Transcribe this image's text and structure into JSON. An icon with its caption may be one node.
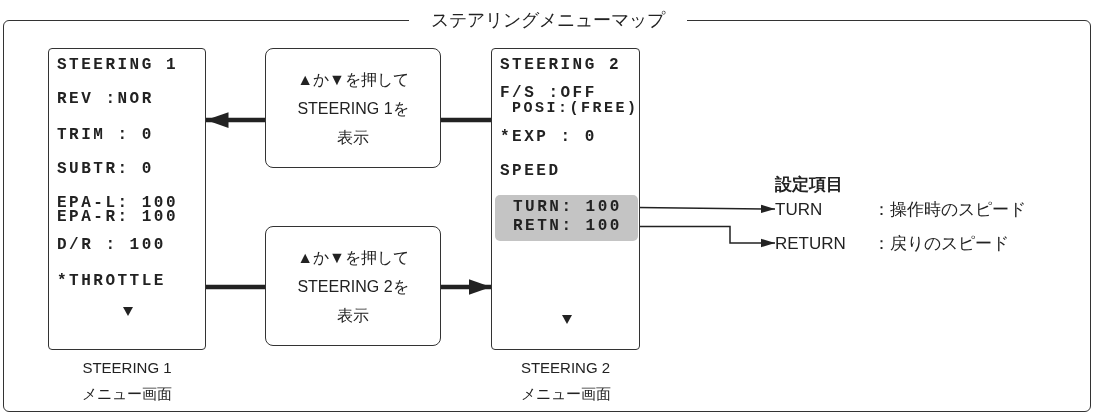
{
  "diagram": {
    "title": "ステアリングメニューマップ",
    "nodes": [
      {
        "text": [
          "STEERING 1",
          "REV :NOR",
          "TRIM : 0",
          "SUBTR: 0",
          "EPA-L: 100",
          "EPA-R: 100",
          "D/R : 100",
          "*THROTTLE"
        ],
        "beside": [
          "STEERING 1",
          "メニュー画面"
        ]
      },
      {
        "text": [
          "▲か▼を押してSTEERING 1を表示"
        ]
      },
      {
        "text": [
          "STEERING 2",
          "F/S :OFF",
          "POSI:(FREE)",
          "*EXP : 0",
          "SPEED"
        ],
        "beside": [
          "STEERING 2",
          "メニュー画面"
        ]
      },
      {
        "text": [],
        "shape": "box",
        "in": 2
      },
      {
        "text": [
          "TURN: 100"
        ],
        "in": 3
      },
      {
        "text": [
          "RETN: 100"
        ],
        "in": 3
      },
      {
        "text": [
          "▲か▼を押してSTEERING 2を表示"
        ]
      },
      {
        "text": [
          "TURN",
          "：操作時のスピード"
        ]
      },
      {
        "text": [
          "RETURN",
          "：戻りのスピード"
        ]
      }
    ],
    "edges": [
      {
        "from": 2,
        "to": 1,
        "arrow": "none"
      },
      {
        "from": 1,
        "to": 0,
        "arrow": "to"
      },
      {
        "from": 0,
        "to": 6,
        "arrow": "none"
      },
      {
        "from": 6,
        "to": 2,
        "arrow": "to"
      },
      {
        "from": 4,
        "to": 7,
        "arrow": "to"
      },
      {
        "from": 5,
        "to": 8,
        "arrow": "to"
      }
    ],
    "labels": [
      "設定項目"
    ]
  }
}
